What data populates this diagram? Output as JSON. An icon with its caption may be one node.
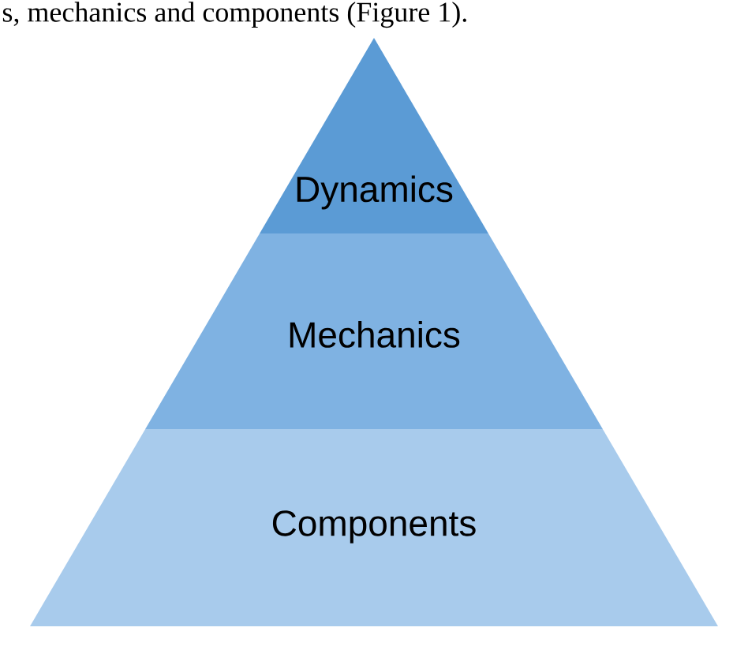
{
  "diagram": {
    "nodes": [
      {
        "text": [
          "Dynamics"
        ]
      },
      {
        "text": [
          "Mechanics"
        ]
      },
      {
        "text": [
          "Components"
        ]
      }
    ],
    "labels": [
      "s, mechanics and components (Figure 1)."
    ]
  }
}
